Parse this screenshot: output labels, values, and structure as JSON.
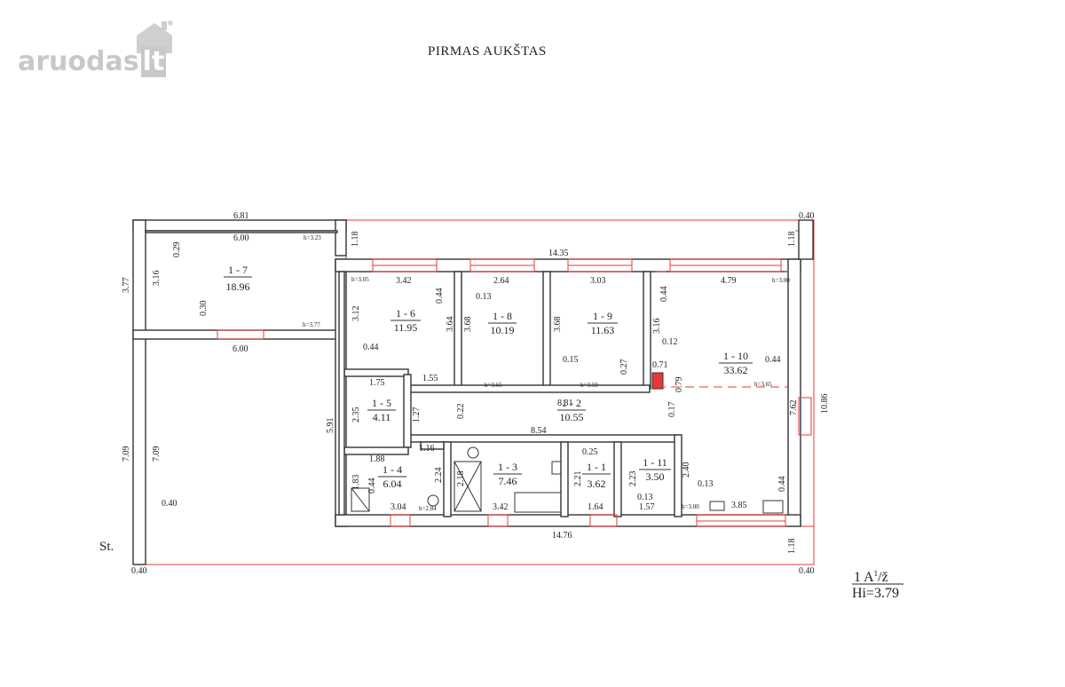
{
  "logo": {
    "text": "aruodas",
    "suffix": "lt"
  },
  "title": "PIRMAS AUKŠTAS",
  "rooms": [
    {
      "code": "1 - 7",
      "area": "18.96"
    },
    {
      "code": "1 - 6",
      "area": "11.95"
    },
    {
      "code": "1 - 8",
      "area": "10.19"
    },
    {
      "code": "1 - 9",
      "area": "11.63"
    },
    {
      "code": "1 - 10",
      "area": "33.62"
    },
    {
      "code": "1 - 5",
      "area": "4.11"
    },
    {
      "code": "1 - 2",
      "area": "10.55"
    },
    {
      "code": "1 - 4",
      "area": "6.04"
    },
    {
      "code": "1 - 3",
      "area": "7.46"
    },
    {
      "code": "1 - 1",
      "area": "3.62"
    },
    {
      "code": "1 - 11",
      "area": "3.50"
    }
  ],
  "dimensions": [
    "6.81",
    "0.40",
    "6.00",
    "h=3.23",
    "1.18",
    "14.35",
    "1.18",
    "3.77",
    "3.16",
    "0.29",
    "0.30",
    "h=3.77",
    "6.00",
    "h=3.05",
    "3.42",
    "0.44",
    "2.64",
    "0.13",
    "3.03",
    "0.44",
    "4.79",
    "h=3.00",
    "3.12",
    "3.64",
    "3.68",
    "3.68",
    "3.16",
    "0.12",
    "0.44",
    "1.55",
    "0.15",
    "0.27",
    "0.71",
    "0.44",
    "0.79",
    "h=3.65",
    "h=3.59",
    "h=3.65",
    "1.75",
    "2.35",
    "1.27",
    "0.22",
    "8.31",
    "0.17",
    "7.62",
    "10.86",
    "8.54",
    "5.91",
    "1.16",
    "1.88",
    "0.25",
    "2.24",
    "2.18",
    "2.21",
    "2.23",
    "2.40",
    "1.83",
    "0.44",
    "0.13",
    "0.13",
    "0.44",
    "h=2.84",
    "3.04",
    "3.42",
    "1.64",
    "1.57",
    "h=3.00",
    "3.85",
    "7.09",
    "7.09",
    "0.40",
    "14.76",
    "1.18",
    "0.40",
    "0.40"
  ],
  "side_label": "St.",
  "stamp": {
    "line1": "1 A",
    "sup": "1",
    "slash": "/ž",
    "line2": "Hi=3.79"
  }
}
